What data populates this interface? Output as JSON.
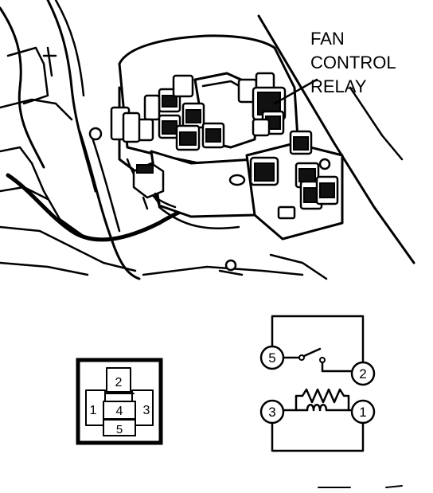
{
  "callout": {
    "line1": "FAN",
    "line2": "CONTROL",
    "line3": "RELAY"
  },
  "connector_face": {
    "pins": [
      "1",
      "2",
      "3",
      "4",
      "5"
    ]
  },
  "schematic": {
    "terminals": [
      "5",
      "2",
      "3",
      "1"
    ]
  }
}
